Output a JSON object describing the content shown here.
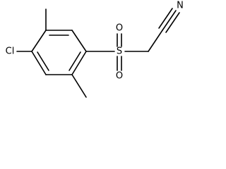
{
  "structure": {
    "atoms": {
      "chlorine": "Cl",
      "sulfur": "S",
      "oxygen_top": "O",
      "oxygen_bottom": "O",
      "nitrogen": "N"
    },
    "colors": {
      "ink": "#000000",
      "background": "#ffffff"
    }
  }
}
